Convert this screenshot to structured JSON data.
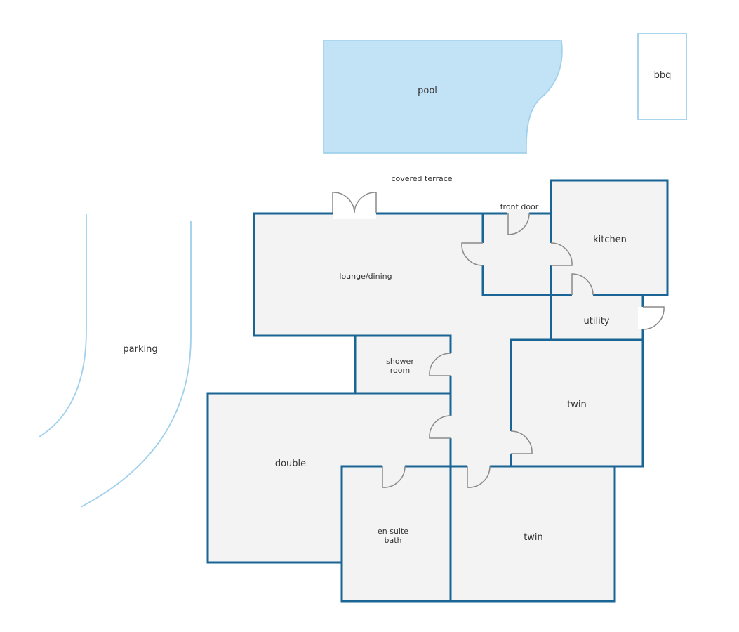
{
  "colors": {
    "wall": "#1a6496",
    "floor": "#f3f3f3",
    "pool_fill": "#c2e2f5",
    "pool_stroke": "#9fd0ec",
    "door_swing": "#8a8a8a"
  },
  "labels": {
    "pool": "pool",
    "bbq": "bbq",
    "covered_terrace": "covered terrace",
    "front_door": "front door",
    "kitchen": "kitchen",
    "lounge_dining": "lounge/dining",
    "utility": "utility",
    "parking": "parking",
    "shower_room_line1": "shower",
    "shower_room_line2": "room",
    "twin_upper": "twin",
    "double": "double",
    "en_suite_line1": "en suite",
    "en_suite_line2": "bath",
    "twin_lower": "twin"
  }
}
